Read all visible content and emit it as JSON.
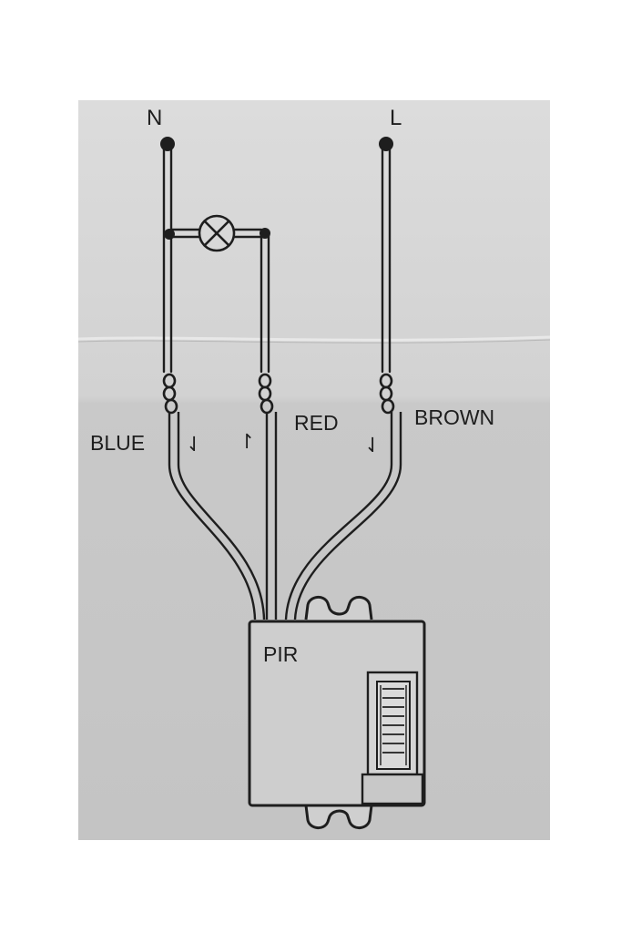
{
  "diagram": {
    "terminals": {
      "neutral": "N",
      "live": "L"
    },
    "wire_labels": {
      "blue": "BLUE",
      "red": "RED",
      "brown": "BROWN"
    },
    "arrows": {
      "blue": "⇃",
      "red": "↾",
      "brown": "⇃"
    },
    "sensor_label": "PIR",
    "colors": {
      "paper_top": "#d6d6d6",
      "paper_bottom": "#c8c8c8",
      "ink": "#1e1e1e"
    }
  }
}
